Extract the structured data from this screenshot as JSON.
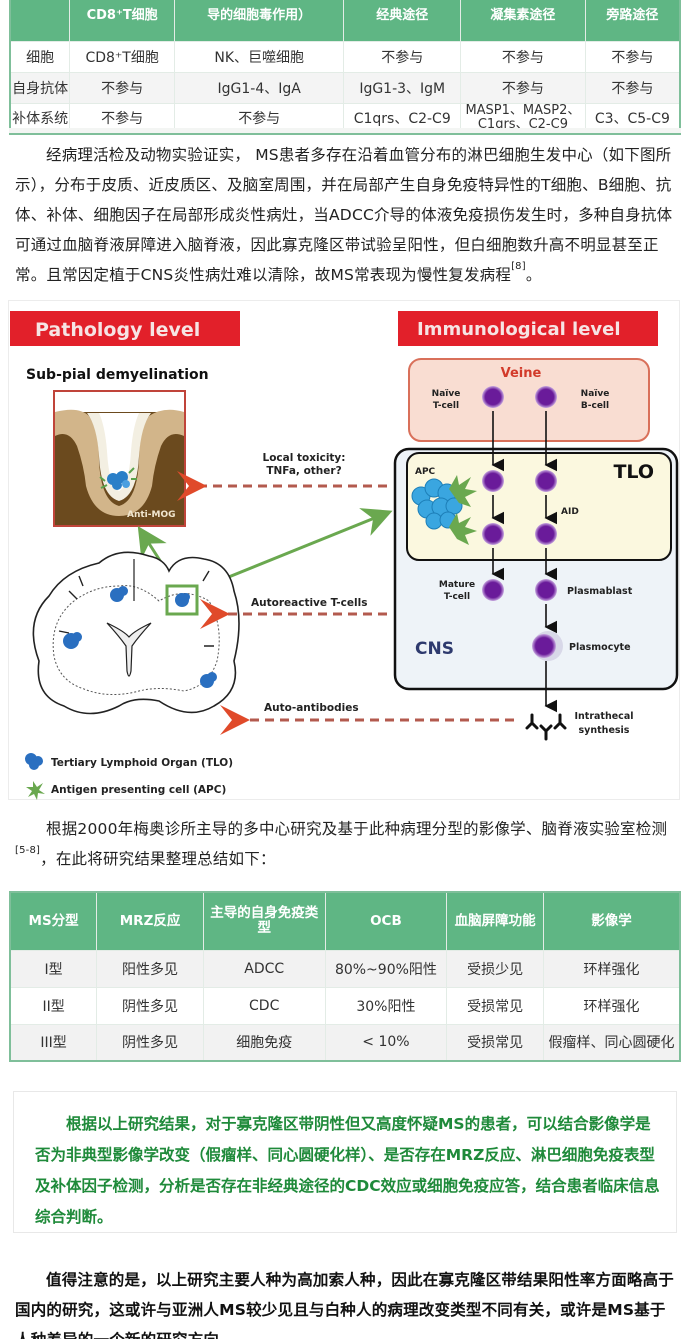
{
  "table1": {
    "header": [
      "",
      "CD8⁺T细胞",
      "ADCC（抗体依赖性细胞介导的细胞毒作用）",
      "经典途径",
      "凝集素途径",
      "旁路途径"
    ],
    "header_visible": [
      "",
      "CD8⁺T细胞",
      "导的细胞毒作用）",
      "经典途径",
      "凝集素途径",
      "旁路途径"
    ],
    "rows": [
      [
        "细胞",
        "CD8⁺T细胞",
        "NK、巨噬细胞",
        "不参与",
        "不参与",
        "不参与"
      ],
      [
        "自身抗体",
        "不参与",
        "IgG1-4、IgA",
        "IgG1-3、IgM",
        "不参与",
        "不参与"
      ],
      [
        "补体系统",
        "不参与",
        "不参与",
        "C1qrs、C2-C9",
        "MASP1、MASP2、C1qrs、C2-C9",
        "C3、C5-C9"
      ]
    ]
  },
  "paragraph1": {
    "text": "经病理活检及动物实验证实， MS患者多存在沿着血管分布的淋巴细胞生发中心（如下图所示），分布于皮质、近皮质区、及脑室周围，并在局部产生自身免疫特异性的T细胞、B细胞、抗体、补体、细胞因子在局部形成炎性病灶，当ADCC介导的体液免疫损伤发生时，多种自身抗体可通过血脑脊液屏障进入脑脊液，因此寡克隆区带试验呈阳性，但白细胞数升高不明显甚至正常。且常因定植于CNS炎性病灶难以清除，故MS常表现为慢性复发病程",
    "citation": "[8]",
    "end": "。"
  },
  "figure": {
    "pathology_title": "Pathology level",
    "immunological_title": "Immunological level",
    "subpial_label": "Sub-pial demyelination",
    "anti_mog_label": "Anti-MOG",
    "local_toxicity_line1": "Local toxicity:",
    "local_toxicity_line2": "TNFa, other?",
    "autoreactive_label": "Autoreactive T-cells",
    "auto_antibodies_label": "Auto-antibodies",
    "veine_label": "Veine",
    "naive_t_line1": "Naïve",
    "naive_t_line2": "T-cell",
    "naive_b_line1": "Naïve",
    "naive_b_line2": "B-cell",
    "apc_label": "APC",
    "tlo_label": "TLO",
    "aid_label": "AID",
    "mature_t_line1": "Mature",
    "mature_t_line2": "T-cell",
    "plasmablast_label": "Plasmablast",
    "cns_label": "CNS",
    "plasmocyte_label": "Plasmocyte",
    "intrathecal_line1": "Intrathecal",
    "intrathecal_line2": "synthesis",
    "legend": [
      {
        "icon": "tlo-cluster-icon",
        "label": "Tertiary Lymphoid Organ (TLO)"
      },
      {
        "icon": "apc-star-icon",
        "label": "Antigen presenting cell (APC)"
      }
    ],
    "colors": {
      "title_red": "#e2202a",
      "arrow_red": "#c0504d",
      "arrow_green": "#6aa84f",
      "cell_purple": "#6a1b9a",
      "tlo_blue": "#3aa6e0",
      "veine_fill": "#f9ddd2",
      "tlo_fill": "#fbf8df",
      "cns_fill": "#eef3f8",
      "cns_text": "#2e3a6e",
      "tissue_brown": "#6b4a1e"
    }
  },
  "paragraph2": {
    "text": "根据2000年梅奥诊所主导的多中心研究及基于此种病理分型的影像学、脑脊液实验室检测",
    "citation": "[5-8]",
    "end": "，在此将研究结果整理总结如下："
  },
  "table2": {
    "header": [
      "MS分型",
      "MRZ反应",
      "主导的自身免疫类型",
      "OCB",
      "血脑屏障功能",
      "影像学"
    ],
    "rows": [
      [
        "I型",
        "阳性多见",
        "ADCC",
        "80%~90%阳性",
        "受损少见",
        "环样强化"
      ],
      [
        "II型",
        "阴性多见",
        "CDC",
        "30%阳性",
        "受损常见",
        "环样强化"
      ],
      [
        "III型",
        "阴性多见",
        "细胞免疫",
        "< 10%",
        "受损常见",
        "假瘤样、同心圆硬化"
      ]
    ]
  },
  "highlight": {
    "text": "根据以上研究结果，对于寡克隆区带阴性但又高度怀疑MS的患者，可以结合影像学是否为非典型影像学改变（假瘤样、同心圆硬化样）、是否存在MRZ反应、淋巴细胞免疫表型及补体因子检测，分析是否存在非经典途径的CDC效应或细胞免疫应答，结合患者临床信息综合判断。",
    "color": "#1f8a3a"
  },
  "paragraph4": {
    "text": "值得注意的是，以上研究主要人种为高加索人种，因此在寡克隆区带结果阳性率方面略高于国内的研究，这或许与亚洲人MS较少见且与白种人的病理改变类型不同有关，或许是MS基于人种差异的一个新的研究方向。"
  }
}
